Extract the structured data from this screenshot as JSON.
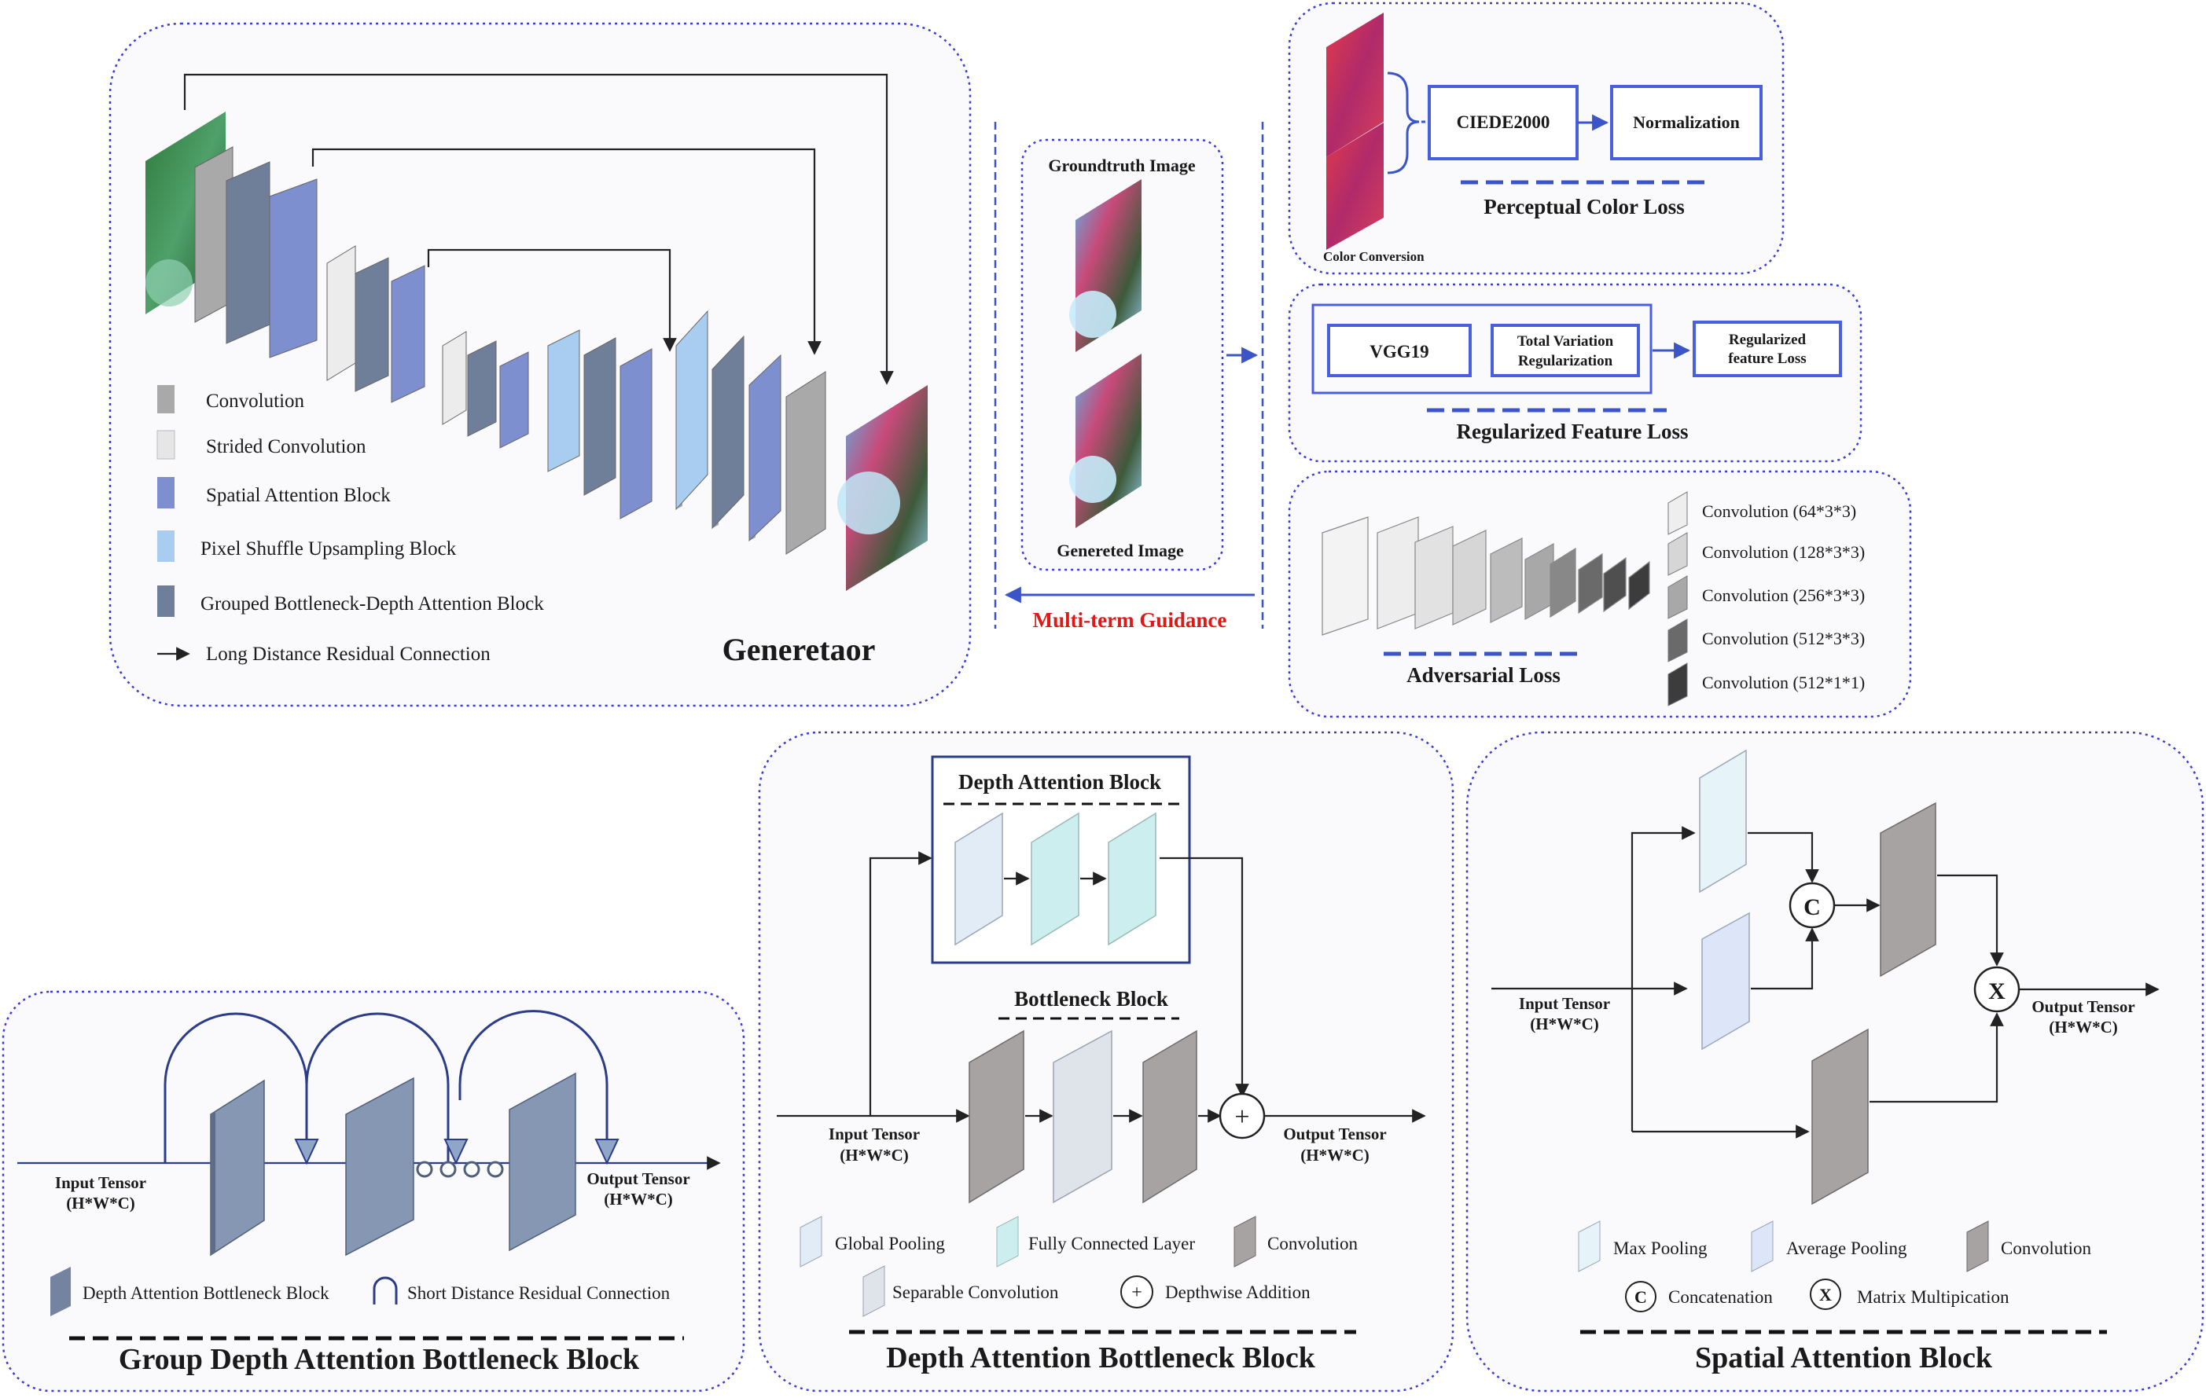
{
  "generator": {
    "title": "Generetaor",
    "legend": [
      {
        "label": "Convolution",
        "color": "#a9a9a9"
      },
      {
        "label": "Strided Convolution",
        "color": "#e6e6e6"
      },
      {
        "label": "Spatial Attention Block",
        "color": "#7e8fd0"
      },
      {
        "label": "Pixel Shuffle Upsampling Block",
        "color": "#a9cdf0"
      },
      {
        "label": "Grouped Bottleneck-Depth Attention Block",
        "color": "#6f7f99"
      },
      {
        "label": "Long Distance Residual Connection",
        "color": "#222222"
      }
    ]
  },
  "middle": {
    "groundtruth": "Groundtruth Image",
    "generated": "Genereted Image",
    "guidance": "Multi-term Guidance"
  },
  "perceptual": {
    "caption": "Color Conversion",
    "box1": "CIEDE2000",
    "box2": "Normalization",
    "title": "Perceptual Color Loss"
  },
  "regularized": {
    "box1": "VGG19",
    "box2_line1": "Total Variation",
    "box2_line2": "Regularization",
    "box3_line1": "Regularized",
    "box3_line2": "feature Loss",
    "title": "Regularized Feature Loss"
  },
  "adversarial": {
    "title": "Adversarial Loss",
    "legend": [
      {
        "label": "Convolution (64*3*3)",
        "color": "#eeeeee"
      },
      {
        "label": "Convolution (128*3*3)",
        "color": "#d6d6d6"
      },
      {
        "label": "Convolution (256*3*3)",
        "color": "#a8a8a8"
      },
      {
        "label": "Convolution (512*3*3)",
        "color": "#6a6a6a"
      },
      {
        "label": "Convolution (512*1*1)",
        "color": "#3c3c3c"
      }
    ]
  },
  "gdab": {
    "title": "Group Depth Attention Bottleneck Block",
    "input_line1": "Input Tensor",
    "input_line2": "(H*W*C)",
    "output_line1": "Output Tensor",
    "output_line2": "(H*W*C)",
    "legend1": "Depth Attention Bottleneck Block",
    "legend2": "Short Distance Residual Connection"
  },
  "dab": {
    "title": "Depth Attention Bottleneck Block",
    "depth_attention": "Depth Attention Block",
    "bottleneck": "Bottleneck Block",
    "input_line1": "Input Tensor",
    "input_line2": "(H*W*C)",
    "output_line1": "Output Tensor",
    "output_line2": "(H*W*C)",
    "plus": "+",
    "legend": {
      "global_pooling": "Global Pooling",
      "fully_connected": "Fully Connected Layer",
      "convolution": "Convolution",
      "separable": "Separable Convolution",
      "depthwise": "Depthwise Addition"
    }
  },
  "sab": {
    "title": "Spatial Attention Block",
    "input_line1": "Input Tensor",
    "input_line2": "(H*W*C)",
    "output_line1": "Output Tensor",
    "output_line2": "(H*W*C)",
    "concat_symbol": "C",
    "mult_symbol": "X",
    "legend": {
      "max_pooling": "Max Pooling",
      "average_pooling": "Average Pooling",
      "convolution": "Convolution",
      "concatenation": "Concatenation",
      "matrix": "Matrix Multipication"
    }
  }
}
